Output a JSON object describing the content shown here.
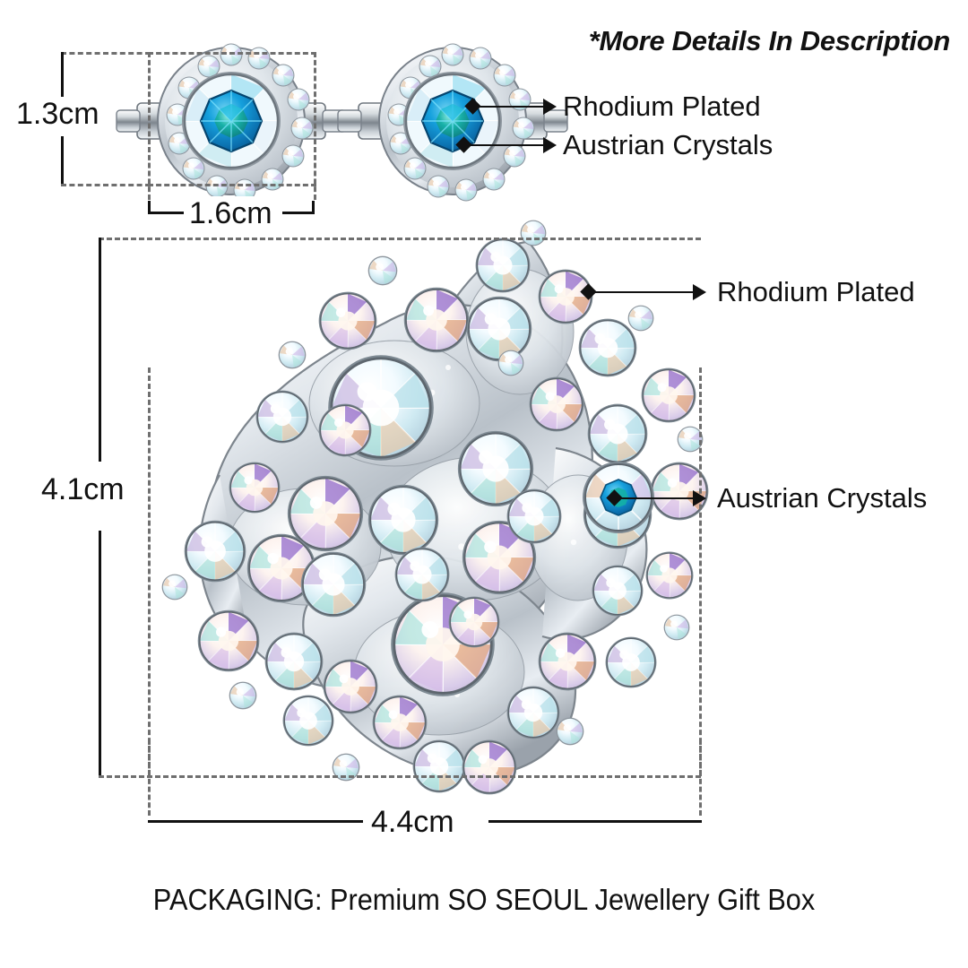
{
  "header": {
    "note": "*More Details In Description"
  },
  "earring_section": {
    "height_label": "1.3cm",
    "width_label": "1.6cm",
    "callouts": [
      {
        "id": "rhodium",
        "label": "Rhodium Plated"
      },
      {
        "id": "crystals",
        "label": "Austrian Crystals"
      }
    ]
  },
  "brooch_section": {
    "height_label": "4.1cm",
    "width_label": "4.4cm",
    "callouts": [
      {
        "id": "rhodium",
        "label": "Rhodium Plated"
      },
      {
        "id": "crystals",
        "label": "Austrian Crystals"
      }
    ]
  },
  "footer": {
    "packaging": "PACKAGING: Premium SO SEOUL Jewellery Gift Box"
  },
  "colors": {
    "background": "#ffffff",
    "text": "#111111",
    "dimension_line": "#111111",
    "guide_dashed": "#6f6f6f",
    "metal_silver": "#cfd4d9",
    "metal_highlight": "#ffffff",
    "metal_shadow": "#8d949c",
    "crystal_ab_pale": "#eaf4fb",
    "crystal_blue": "#0d87c8",
    "crystal_teal": "#12a79a",
    "crystal_violet": "#6b3fb5",
    "crystal_peach": "#d9a07a"
  }
}
